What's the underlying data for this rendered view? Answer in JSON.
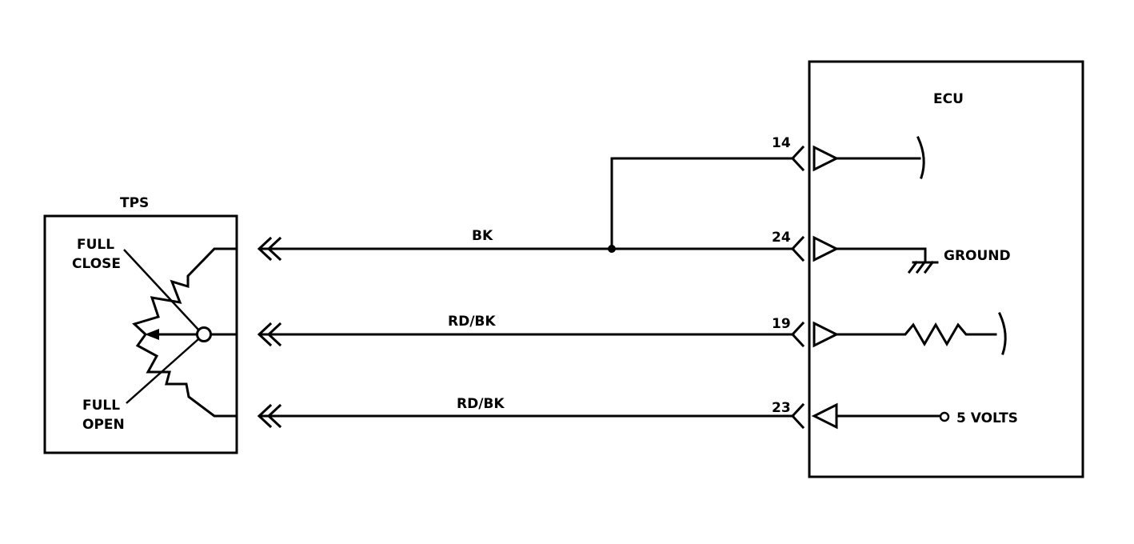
{
  "tps": {
    "title": "TPS",
    "full_close_line1": "FULL",
    "full_close_line2": "CLOSE",
    "full_open_line1": "FULL",
    "full_open_line2": "OPEN"
  },
  "ecu": {
    "title": "ECU",
    "pins": [
      "14",
      "24",
      "19",
      "23"
    ],
    "ground_label": "GROUND",
    "supply_label": "5 VOLTS"
  },
  "wires": {
    "top": "BK",
    "middle": "RD/BK",
    "bottom": "RD/BK"
  }
}
